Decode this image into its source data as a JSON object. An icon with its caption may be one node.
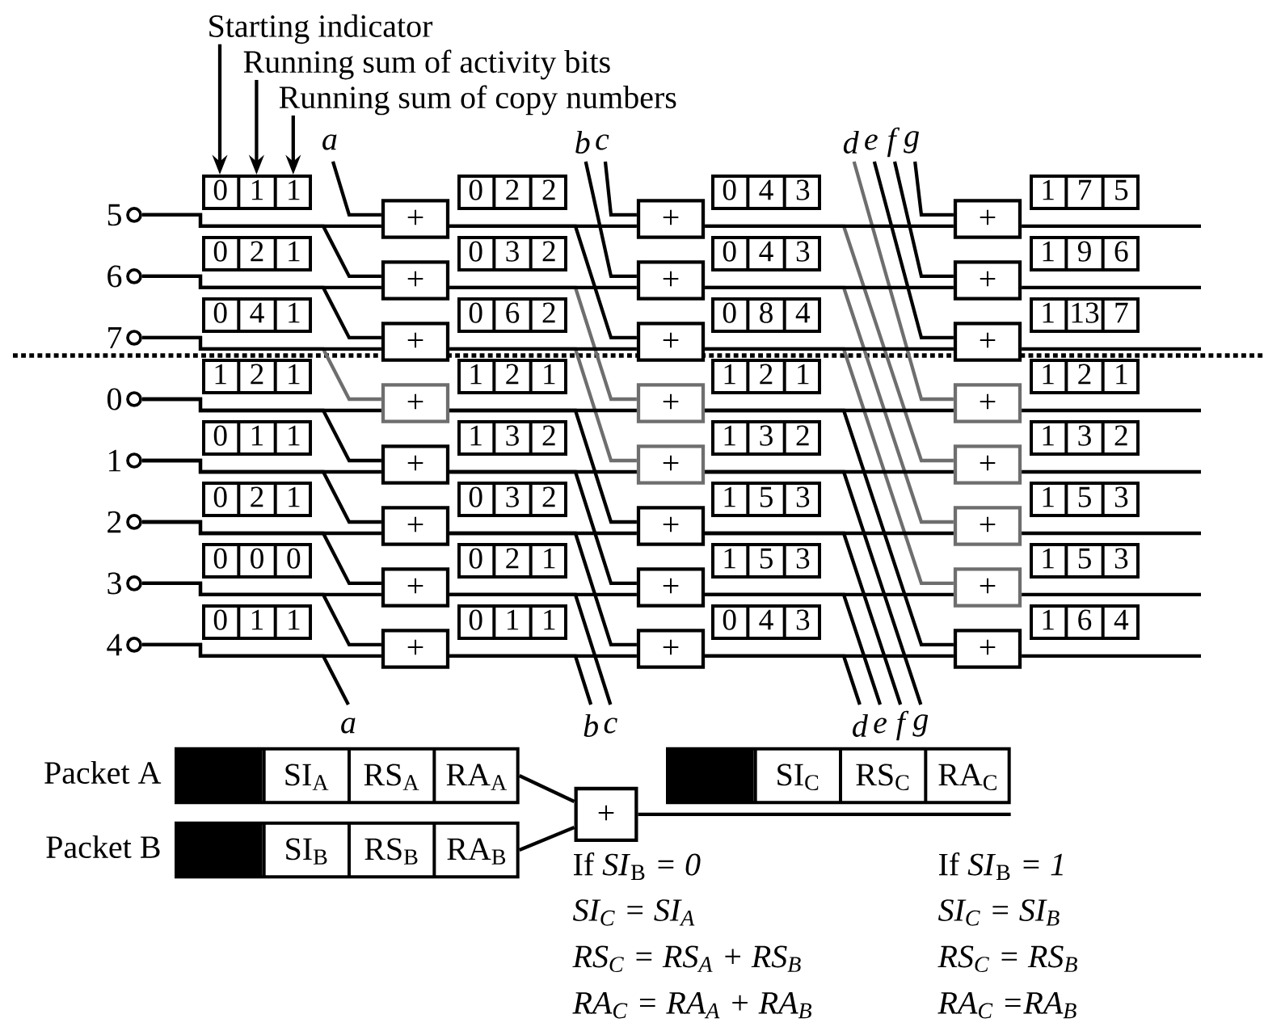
{
  "diagram": {
    "nodes": [
      {
        "text": [
          "Starting indicator"
        ]
      },
      {
        "text": [
          "Running sum of activity bits"
        ]
      },
      {
        "text": [
          "Running sum of copy numbers"
        ]
      },
      {
        "text": [],
        "shape": "circle",
        "beside": [
          "5"
        ]
      },
      {
        "text": [
          "0",
          "1",
          "1"
        ]
      },
      {
        "text": [
          "+"
        ]
      },
      {
        "text": [
          "0",
          "2",
          "2"
        ]
      },
      {
        "text": [
          "+"
        ]
      },
      {
        "text": [
          "0",
          "4",
          "3"
        ]
      },
      {
        "text": [
          "+"
        ]
      },
      {
        "text": [
          "1",
          "7",
          "5"
        ]
      },
      {
        "text": [],
        "shape": "circle",
        "beside": [
          "6"
        ]
      },
      {
        "text": [
          "0",
          "2",
          "1"
        ]
      },
      {
        "text": [
          "+"
        ]
      },
      {
        "text": [
          "0",
          "3",
          "2"
        ]
      },
      {
        "text": [
          "+"
        ]
      },
      {
        "text": [
          "0",
          "4",
          "3"
        ]
      },
      {
        "text": [
          "+"
        ]
      },
      {
        "text": [
          "1",
          "9",
          "6"
        ]
      },
      {
        "text": [],
        "shape": "circle",
        "beside": [
          "7"
        ]
      },
      {
        "text": [
          "0",
          "4",
          "1"
        ]
      },
      {
        "text": [
          "+"
        ]
      },
      {
        "text": [
          "0",
          "6",
          "2"
        ]
      },
      {
        "text": [
          "+"
        ]
      },
      {
        "text": [
          "0",
          "8",
          "4"
        ]
      },
      {
        "text": [
          "+"
        ]
      },
      {
        "text": [
          "1",
          "13",
          "7"
        ]
      },
      {
        "text": [],
        "shape": "circle",
        "beside": [
          "0"
        ]
      },
      {
        "text": [
          "1",
          "2",
          "1"
        ]
      },
      {
        "text": [
          "+"
        ]
      },
      {
        "text": [
          "1",
          "2",
          "1"
        ]
      },
      {
        "text": [
          "+"
        ]
      },
      {
        "text": [
          "1",
          "2",
          "1"
        ]
      },
      {
        "text": [
          "+"
        ]
      },
      {
        "text": [
          "1",
          "2",
          "1"
        ]
      },
      {
        "text": [],
        "shape": "circle",
        "beside": [
          "1"
        ]
      },
      {
        "text": [
          "0",
          "1",
          "1"
        ]
      },
      {
        "text": [
          "+"
        ]
      },
      {
        "text": [
          "1",
          "3",
          "2"
        ]
      },
      {
        "text": [
          "+"
        ]
      },
      {
        "text": [
          "1",
          "3",
          "2"
        ]
      },
      {
        "text": [
          "+"
        ]
      },
      {
        "text": [
          "1",
          "3",
          "2"
        ]
      },
      {
        "text": [],
        "shape": "circle",
        "beside": [
          "2"
        ]
      },
      {
        "text": [
          "0",
          "2",
          "1"
        ]
      },
      {
        "text": [
          "+"
        ]
      },
      {
        "text": [
          "0",
          "3",
          "2"
        ]
      },
      {
        "text": [
          "+"
        ]
      },
      {
        "text": [
          "1",
          "5",
          "3"
        ]
      },
      {
        "text": [
          "+"
        ]
      },
      {
        "text": [
          "1",
          "5",
          "3"
        ]
      },
      {
        "text": [],
        "shape": "circle",
        "beside": [
          "3"
        ]
      },
      {
        "text": [
          "0",
          "0",
          "0"
        ]
      },
      {
        "text": [
          "+"
        ]
      },
      {
        "text": [
          "0",
          "2",
          "1"
        ]
      },
      {
        "text": [
          "+"
        ]
      },
      {
        "text": [
          "1",
          "5",
          "3"
        ]
      },
      {
        "text": [
          "+"
        ]
      },
      {
        "text": [
          "1",
          "5",
          "3"
        ]
      },
      {
        "text": [],
        "shape": "circle",
        "beside": [
          "4"
        ]
      },
      {
        "text": [
          "0",
          "1",
          "1"
        ]
      },
      {
        "text": [
          "+"
        ]
      },
      {
        "text": [
          "0",
          "1",
          "1"
        ]
      },
      {
        "text": [
          "+"
        ]
      },
      {
        "text": [
          "0",
          "4",
          "3"
        ]
      },
      {
        "text": [
          "+"
        ]
      },
      {
        "text": [
          "1",
          "6",
          "4"
        ]
      },
      {
        "text": [
          "Packet A",
          "SI$_{A}$",
          "RS$_{A}$",
          "RA$_{A}$"
        ]
      },
      {
        "text": [
          "+"
        ]
      },
      {
        "text": [
          "SI$_{C}$",
          "RS$_{C}$",
          "RA$_{C}$"
        ]
      },
      {
        "text": [
          "Packet B",
          "SI$_{B}$",
          "RS$_{B}$",
          "RA$_{B}$"
        ]
      }
    ],
    "edges": [
      {
        "from": 0,
        "to": 4,
        "arrow": "to"
      },
      {
        "from": 1,
        "to": 4,
        "arrow": "to"
      },
      {
        "from": 2,
        "to": 4,
        "arrow": "to"
      },
      {
        "from": 3,
        "to": 5,
        "arrow": "none"
      },
      {
        "from": 5,
        "to": 7,
        "arrow": "none"
      },
      {
        "from": 7,
        "to": 9,
        "arrow": "none"
      },
      {
        "from": 9,
        "to": null,
        "arrow": "none"
      },
      {
        "from": 11,
        "to": 13,
        "arrow": "none"
      },
      {
        "from": 13,
        "to": 15,
        "arrow": "none"
      },
      {
        "from": 15,
        "to": 17,
        "arrow": "none"
      },
      {
        "from": 17,
        "to": null,
        "arrow": "none"
      },
      {
        "from": 19,
        "to": 21,
        "arrow": "none"
      },
      {
        "from": 21,
        "to": 23,
        "arrow": "none"
      },
      {
        "from": 23,
        "to": 25,
        "arrow": "none"
      },
      {
        "from": 25,
        "to": null,
        "arrow": "none"
      },
      {
        "from": 27,
        "to": 29,
        "arrow": "none"
      },
      {
        "from": 29,
        "to": 31,
        "arrow": "none"
      },
      {
        "from": 31,
        "to": 33,
        "arrow": "none"
      },
      {
        "from": 33,
        "to": null,
        "arrow": "none"
      },
      {
        "from": 35,
        "to": 37,
        "arrow": "none"
      },
      {
        "from": 37,
        "to": 39,
        "arrow": "none"
      },
      {
        "from": 39,
        "to": 41,
        "arrow": "none"
      },
      {
        "from": 41,
        "to": null,
        "arrow": "none"
      },
      {
        "from": 43,
        "to": 45,
        "arrow": "none"
      },
      {
        "from": 45,
        "to": 47,
        "arrow": "none"
      },
      {
        "from": 47,
        "to": 49,
        "arrow": "none"
      },
      {
        "from": 49,
        "to": null,
        "arrow": "none"
      },
      {
        "from": 51,
        "to": 53,
        "arrow": "none"
      },
      {
        "from": 53,
        "to": 55,
        "arrow": "none"
      },
      {
        "from": 55,
        "to": 57,
        "arrow": "none"
      },
      {
        "from": 57,
        "to": null,
        "arrow": "none"
      },
      {
        "from": 59,
        "to": 61,
        "arrow": "none"
      },
      {
        "from": 61,
        "to": 63,
        "arrow": "none"
      },
      {
        "from": 63,
        "to": 65,
        "arrow": "none"
      },
      {
        "from": 65,
        "to": null,
        "arrow": "none"
      },
      {
        "from": null,
        "to": 5,
        "arrow": "none",
        "label": "a"
      },
      {
        "from": 3,
        "to": 13,
        "arrow": "none"
      },
      {
        "from": 11,
        "to": 21,
        "arrow": "none"
      },
      {
        "from": 19,
        "to": 29,
        "arrow": "none",
        "color": "#6e6e6e"
      },
      {
        "from": 27,
        "to": 37,
        "arrow": "none"
      },
      {
        "from": 35,
        "to": 45,
        "arrow": "none"
      },
      {
        "from": 43,
        "to": 53,
        "arrow": "none"
      },
      {
        "from": 51,
        "to": 61,
        "arrow": "none"
      },
      {
        "from": 59,
        "to": null,
        "arrow": "none",
        "label": "a"
      },
      {
        "from": null,
        "to": 7,
        "arrow": "none",
        "label": "c"
      },
      {
        "from": null,
        "to": 15,
        "arrow": "none",
        "label": "b"
      },
      {
        "from": 5,
        "to": 23,
        "arrow": "none"
      },
      {
        "from": 13,
        "to": 31,
        "arrow": "none",
        "color": "#6e6e6e"
      },
      {
        "from": 21,
        "to": 39,
        "arrow": "none",
        "color": "#6e6e6e"
      },
      {
        "from": 29,
        "to": 47,
        "arrow": "none"
      },
      {
        "from": 37,
        "to": 55,
        "arrow": "none"
      },
      {
        "from": 45,
        "to": 63,
        "arrow": "none"
      },
      {
        "from": 61,
        "to": null,
        "arrow": "none",
        "label": "b"
      },
      {
        "from": 53,
        "to": null,
        "arrow": "none",
        "label": "c"
      },
      {
        "from": null,
        "to": 33,
        "arrow": "none",
        "label": "d",
        "color": "#6e6e6e"
      },
      {
        "from": null,
        "to": 25,
        "arrow": "none",
        "label": "e"
      },
      {
        "from": null,
        "to": 17,
        "arrow": "none",
        "label": "f"
      },
      {
        "from": null,
        "to": 9,
        "arrow": "none",
        "label": "g"
      },
      {
        "from": 7,
        "to": 41,
        "arrow": "none",
        "color": "#6e6e6e"
      },
      {
        "from": 15,
        "to": 49,
        "arrow": "none",
        "color": "#6e6e6e"
      },
      {
        "from": 23,
        "to": 57,
        "arrow": "none",
        "color": "#6e6e6e"
      },
      {
        "from": 31,
        "to": 65,
        "arrow": "none"
      },
      {
        "from": 63,
        "to": null,
        "arrow": "none",
        "label": "d"
      },
      {
        "from": 55,
        "to": null,
        "arrow": "none",
        "label": "e"
      },
      {
        "from": 47,
        "to": null,
        "arrow": "none",
        "label": "f"
      },
      {
        "from": 39,
        "to": null,
        "arrow": "none",
        "label": "g"
      },
      {
        "from": 67,
        "to": 68,
        "arrow": "none"
      },
      {
        "from": 70,
        "to": 68,
        "arrow": "none"
      },
      {
        "from": 68,
        "to": 69,
        "arrow": "none"
      }
    ],
    "labels": [
      "If *SI*$_{B}$ *= 0*",
      "If *SI*$_{B}$ *= 1*",
      "SI$_{C}$ = SI$_{A}$",
      "SI$_{C}$ = SI$_{B}$",
      "RS$_{C}$ = RS$_{A}$ + RS$_{B}$",
      "RS$_{C}$ = RS$_{B}$",
      "RA$_{C}$ = RA$_{A}$ + RA$_{B}$",
      "RA$_{C}$ =RA$_{B}$"
    ]
  }
}
